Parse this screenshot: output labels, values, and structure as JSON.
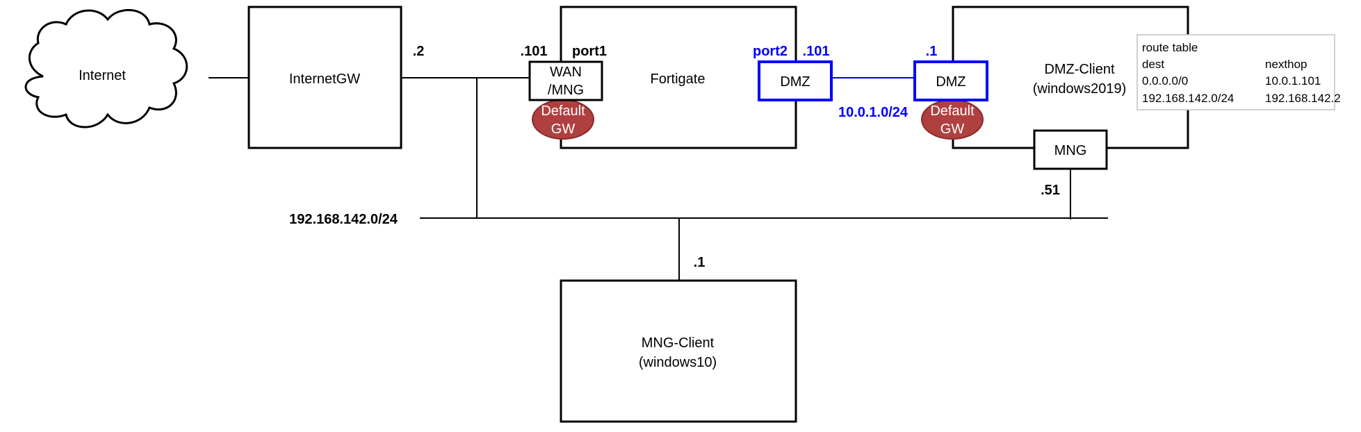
{
  "nodes": {
    "internet": "Internet",
    "internet_gw": "InternetGW",
    "fortigate": "Fortigate",
    "dmz_client_name": "DMZ-Client",
    "dmz_client_os": "(windows2019)",
    "mng_client_name": "MNG-Client",
    "mng_client_os": "(windows10)"
  },
  "interfaces": {
    "fg_wan_line1": "WAN",
    "fg_wan_line2": "/MNG",
    "fg_dmz": "DMZ",
    "client_dmz": "DMZ",
    "client_mng": "MNG"
  },
  "default_gw": {
    "line1": "Default",
    "line2": "GW"
  },
  "labels": {
    "gw_ip": ".2",
    "fg_port1_ip": ".101",
    "fg_port1": "port1",
    "fg_port2": "port2",
    "fg_port2_ip": ".101",
    "client_dmz_ip": ".1",
    "dmz_subnet": "10.0.1.0/24",
    "mgmt_subnet": "192.168.142.0/24",
    "client_mng_ip": ".51",
    "mng_client_ip": ".1"
  },
  "route_table": {
    "title": "route table",
    "headers": [
      "dest",
      "nexthop"
    ],
    "rows": [
      [
        "0.0.0.0/0",
        "10.0.1.101"
      ],
      [
        "192.168.142.0/24",
        "192.168.142.2"
      ]
    ]
  },
  "colors": {
    "dmz_link": "#0000ff",
    "default_gw_fill": "#b04040",
    "line": "#000000"
  }
}
